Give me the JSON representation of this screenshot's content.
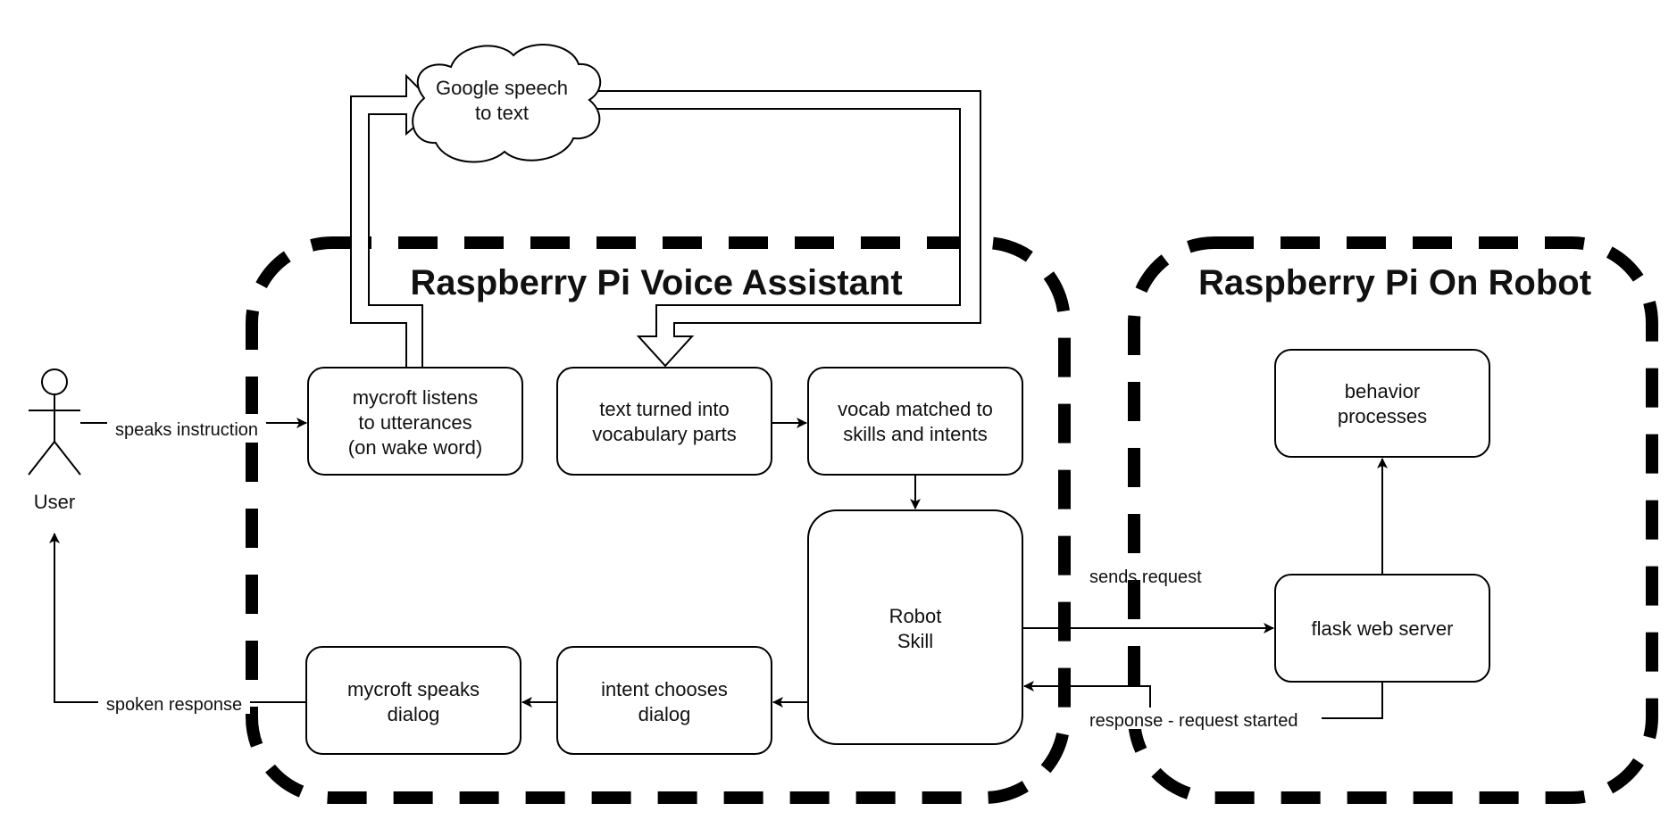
{
  "groups": {
    "voice_assistant": {
      "title": "Raspberry Pi Voice Assistant"
    },
    "robot": {
      "title": "Raspberry Pi On Robot"
    }
  },
  "actor": {
    "label": "User"
  },
  "nodes": {
    "cloud": {
      "lines": [
        "Google speech",
        "to text"
      ]
    },
    "listens": {
      "lines": [
        "mycroft listens",
        "to utterances",
        "(on wake word)"
      ]
    },
    "vocab_parts": {
      "lines": [
        "text turned into",
        "vocabulary parts"
      ]
    },
    "vocab_matched": {
      "lines": [
        "vocab matched to",
        "skills and intents"
      ]
    },
    "robot_skill": {
      "lines": [
        "Robot",
        "Skill"
      ]
    },
    "intent_dialog": {
      "lines": [
        "intent chooses",
        "dialog"
      ]
    },
    "speaks_dialog": {
      "lines": [
        "mycroft speaks",
        "dialog"
      ]
    },
    "behavior": {
      "lines": [
        "behavior",
        "processes"
      ]
    },
    "flask": {
      "lines": [
        "flask web server"
      ]
    }
  },
  "edges": {
    "speaks_instruction": "speaks instruction",
    "spoken_response": "spoken response",
    "sends_request": "sends request",
    "response_started": "response - request started"
  }
}
